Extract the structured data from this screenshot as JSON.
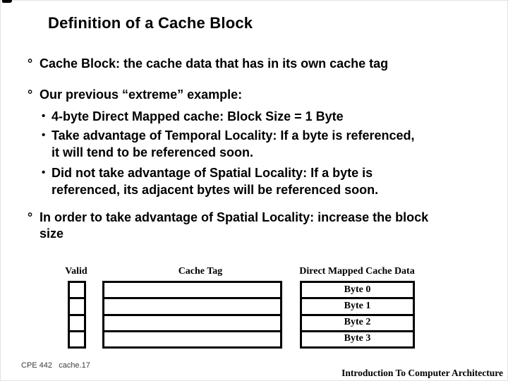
{
  "slide": {
    "title": "Definition of a Cache Block"
  },
  "bullets": {
    "b1": {
      "marker": "°",
      "text": "Cache Block: the cache data that has in its own cache tag"
    },
    "b2": {
      "marker": "°",
      "text": "Our previous  “extreme” example:"
    },
    "s1": {
      "marker": "•",
      "line1": "4-byte Direct Mapped cache: Block Size = 1 Byte"
    },
    "s2": {
      "marker": "•",
      "line1": "Take advantage of Temporal Locality: If a byte is referenced,",
      "line2": "it will tend to be referenced soon."
    },
    "s3": {
      "marker": "•",
      "line1": "Did not take advantage of Spatial Locality: If a byte is",
      "line2": "referenced, its adjacent bytes will be referenced soon."
    },
    "b3": {
      "marker": "°",
      "line1": "In order to take advantage of Spatial Locality: increase the block",
      "line2": "size"
    }
  },
  "diagram": {
    "valid_label": "Valid",
    "tag_label": "Cache Tag",
    "data_label": "Direct Mapped Cache Data",
    "byte_labels": [
      "Byte 0",
      "Byte 1",
      "Byte 2",
      "Byte 3"
    ]
  },
  "footer": {
    "left": "CPE 442   cache.17",
    "right": "Introduction To Computer Architecture"
  }
}
